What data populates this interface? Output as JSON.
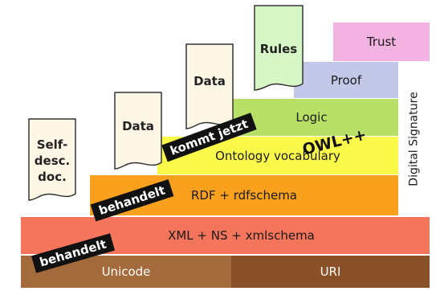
{
  "layers": {
    "unicode": "Unicode",
    "uri": "URI",
    "xml": "XML + NS + xmlschema",
    "rdf": "RDF + rdfschema",
    "ontology": "Ontology vocabulary",
    "logic": "Logic",
    "proof": "Proof",
    "trust": "Trust",
    "signature": "Digital Signature"
  },
  "documents": {
    "self_desc": [
      "Self-",
      "desc.",
      "doc."
    ],
    "data_1": "Data",
    "data_2": "Data",
    "rules": "Rules"
  },
  "stamps": {
    "behandelt_1": "behandelt",
    "behandelt_2": "behandelt",
    "kommt_jetzt": "kommt jetzt",
    "owl": "OWL++"
  },
  "colors": {
    "unicode": "#a36a3c",
    "uri": "#8a5128",
    "xml": "#f5755c",
    "rdf": "#f9a11c",
    "ontology": "#fbf94a",
    "logic": "#b8e066",
    "proof": "#c3c8e9",
    "trust": "#f4b2e2",
    "rules_doc": "#d7f7c6",
    "doc": "#fff7e6",
    "stamp": "#111111"
  }
}
